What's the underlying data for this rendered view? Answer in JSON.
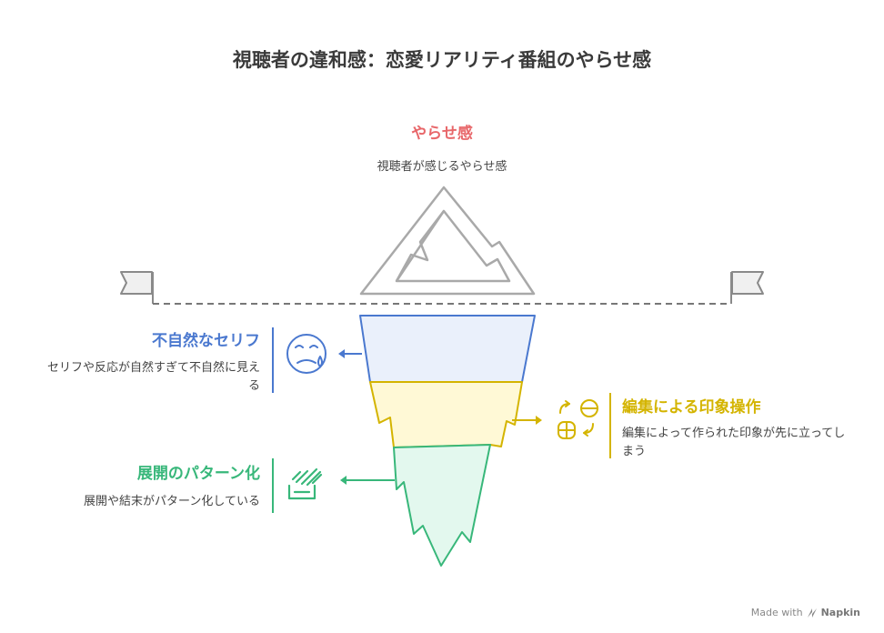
{
  "title": "視聴者の違和感：恋愛リアリティ番組のやらせ感",
  "tip": {
    "title": "やらせ感",
    "description": "視聴者が感じるやらせ感"
  },
  "layers": [
    {
      "title": "不自然なセリフ",
      "description": "セリフや反応が自然すぎて不自然に見える",
      "color": "#4a78cf",
      "fill": "#eaf0fb",
      "icon": "sad-face-icon"
    },
    {
      "title": "編集による印象操作",
      "description": "編集によって作られた印象が先に立ってしまう",
      "color": "#d4b400",
      "fill": "#fff9d6",
      "icon": "cycle-edit-icon"
    },
    {
      "title": "展開のパターン化",
      "description": "展開や結末がパターン化している",
      "color": "#38b77a",
      "fill": "#e3f8ee",
      "icon": "stack-lines-icon"
    }
  ],
  "footer": {
    "made_with": "Made with",
    "brand": "Napkin"
  }
}
